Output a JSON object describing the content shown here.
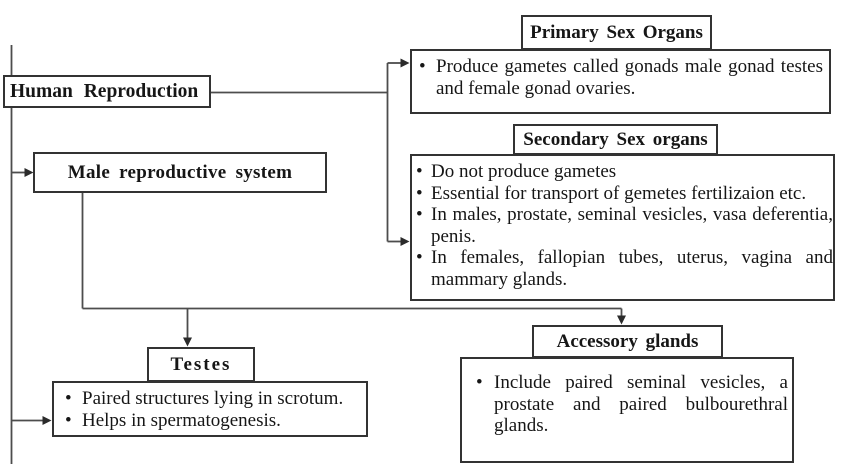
{
  "diagram": {
    "nodes": {
      "human_reproduction": {
        "label": "Human Reproduction"
      },
      "male_reproductive_system": {
        "label": "Male reproductive system"
      },
      "primary_sex_organs": {
        "title": "Primary Sex Organs",
        "bullets": [
          "Produce gametes called gonads male gonad testes and female gonad ovaries."
        ]
      },
      "secondary_sex_organs": {
        "title": "Secondary Sex organs",
        "bullets": [
          "Do not produce gametes",
          "Essential for transport of gemetes fertilizaion etc.",
          "In males, prostate, seminal vesicles, vasa deferentia, penis.",
          "In females, fallopian tubes, uterus, vagina and mammary glands."
        ]
      },
      "testes": {
        "title": "Testes",
        "bullets": [
          "Paired structures lying in scrotum.",
          "Helps in spermatogenesis."
        ]
      },
      "accessory_glands": {
        "title": "Accessory glands",
        "bullets": [
          "Include paired seminal vesicles, a prostate and paired bulbourethral glands."
        ]
      }
    },
    "bullet_char": "•",
    "colors": {
      "background": "#ffffff",
      "box_border": "#333333",
      "connector_line": "#4d4d4d",
      "arrowhead": "#2b2b2b",
      "text": "#161616"
    }
  }
}
